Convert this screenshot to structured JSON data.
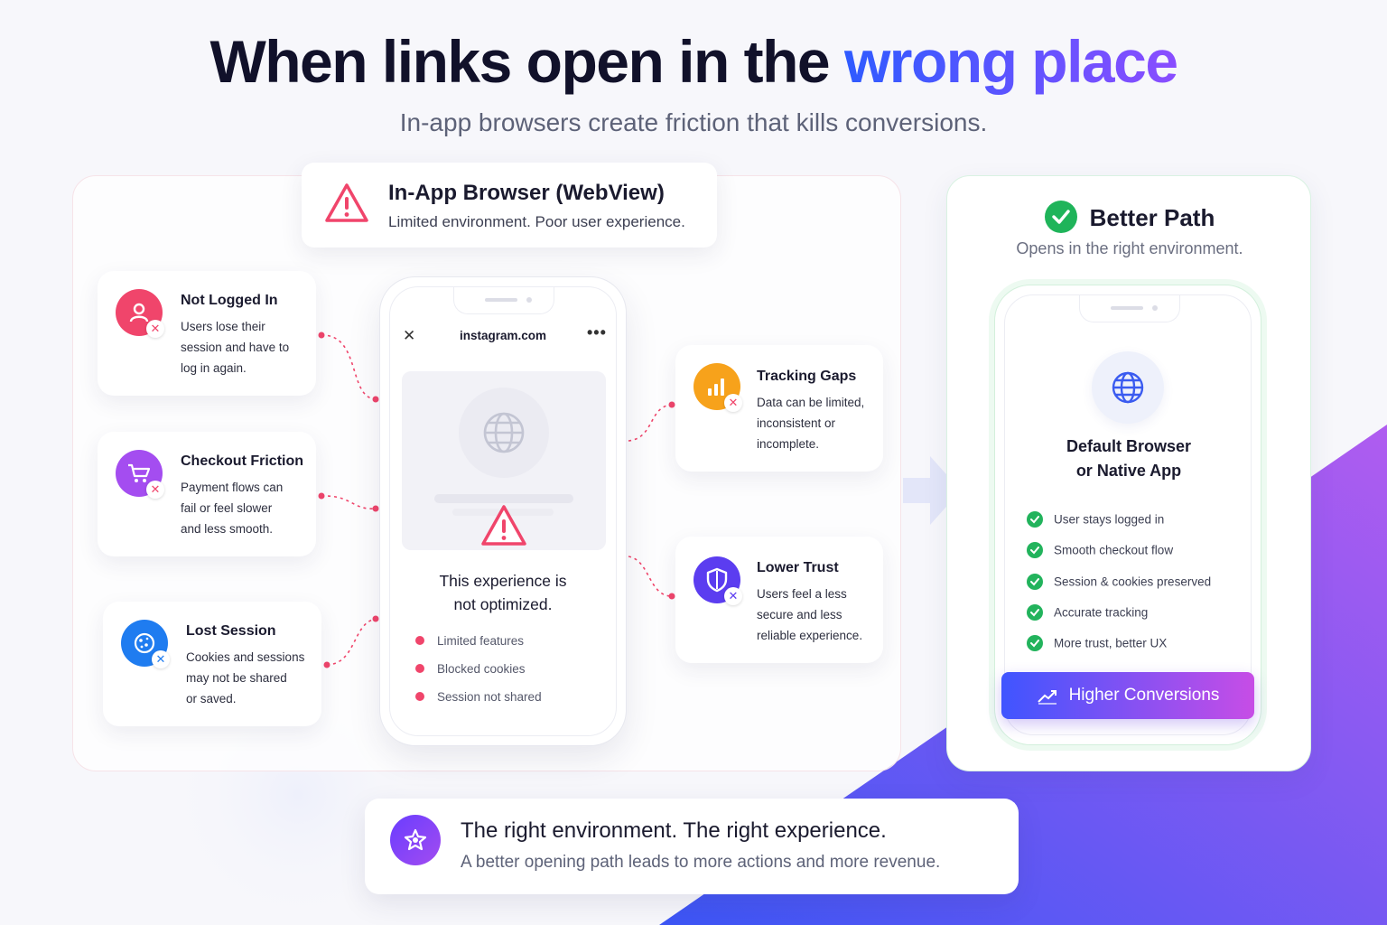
{
  "header": {
    "title_main": "When links open in the ",
    "title_highlight": "wrong place",
    "subtitle": "In-app browsers create friction that kills conversions."
  },
  "inapp": {
    "title": "In-App Browser (WebView)",
    "subtitle": "Limited environment. Poor user experience.",
    "icon": "warning-icon"
  },
  "phone": {
    "url": "instagram.com",
    "close_glyph": "✕",
    "menu_glyph": "•••",
    "message_line1": "This experience is",
    "message_line2": "not optimized.",
    "limitations": [
      "Limited features",
      "Blocked cookies",
      "Session not shared"
    ]
  },
  "issues": [
    {
      "title": "Not Logged In",
      "lines": [
        "Users lose their",
        "session and have to",
        "log in again."
      ],
      "icon": "user-icon",
      "color": "#f0456b"
    },
    {
      "title": "Checkout Friction",
      "lines": [
        "Payment flows can",
        "fail or feel slower",
        "and less smooth."
      ],
      "icon": "cart-icon",
      "color": "#a44df0"
    },
    {
      "title": "Lost Session",
      "lines": [
        "Cookies and sessions",
        "may not be shared",
        "or saved."
      ],
      "icon": "cookie-icon",
      "color": "#1f7cf0"
    },
    {
      "title": "Tracking Gaps",
      "lines": [
        "Data can be limited,",
        "inconsistent or",
        "incomplete."
      ],
      "icon": "chart-icon",
      "color": "#f7a21b"
    },
    {
      "title": "Lower Trust",
      "lines": [
        "Users feel a less",
        "secure and less",
        "reliable experience."
      ],
      "icon": "shield-icon",
      "color": "#5b3df0"
    }
  ],
  "better": {
    "title": "Better Path",
    "subtitle": "Opens in the right environment.",
    "phone_title_line1": "Default Browser",
    "phone_title_line2": "or Native App",
    "benefits": [
      "User stays logged in",
      "Smooth checkout flow",
      "Session & cookies preserved",
      "Accurate tracking",
      "More trust, better UX"
    ],
    "cta": "Higher Conversions"
  },
  "footer": {
    "title": "The right environment. The right experience.",
    "subtitle": "A better opening path leads to more actions and more revenue."
  },
  "colors": {
    "accent_blue": "#2f5bff",
    "accent_purple": "#8a4dff",
    "error_red": "#f0456b",
    "success_green": "#1fb45a"
  }
}
